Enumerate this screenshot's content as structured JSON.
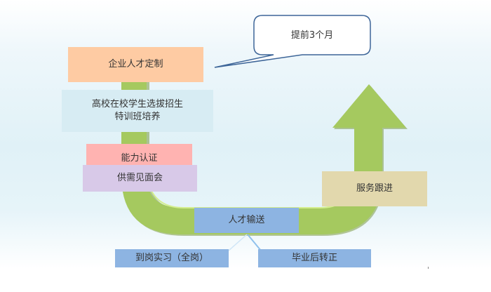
{
  "diagram": {
    "callout": {
      "text": "提前3个月"
    },
    "steps": {
      "enterprise_custom": "企业人才定制",
      "school_selection_line1": "高校在校学生选拔招生",
      "school_selection_line2": "特训班培养",
      "ability_certification": "能力认证",
      "supply_demand_meeting": "供需见面会",
      "talent_delivery": "人才输送",
      "service_followup": "服务跟进"
    },
    "branches": {
      "internship": "到岗实习（全岗）",
      "regularization": "毕业后转正"
    },
    "colors": {
      "pipe": "#a5c95f",
      "pipe_highlight": "#cfe88a",
      "pipe_shadow": "#7e9a44",
      "enterprise_custom": "#fecba3",
      "school_selection": "#d7ecf3",
      "ability_certification": "#ffb3b1",
      "supply_demand_meeting": "#d8c9e8",
      "talent_delivery": "#8db4e2",
      "service_followup": "#e2d8ad",
      "callout_border": "#3d6598"
    }
  }
}
